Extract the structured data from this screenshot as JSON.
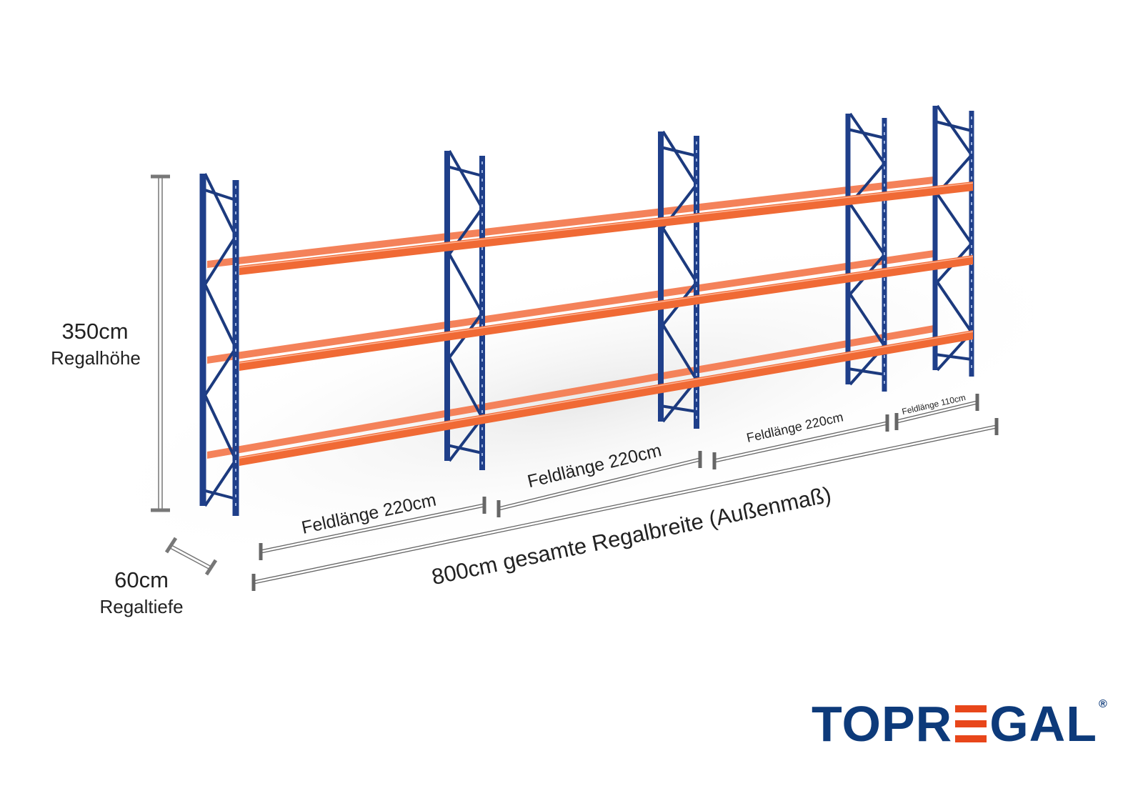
{
  "colors": {
    "upright": "#1f3f8a",
    "beam": "#f06a35",
    "dimension": "#666666",
    "logo_blue": "#0d3a7a",
    "logo_orange": "#e8461a"
  },
  "dimensions": {
    "height_value": "350cm",
    "height_label": "Regalhöhe",
    "depth_value": "60cm",
    "depth_label": "Regaltiefe",
    "total_width": "800cm gesamte Regalbreite  (Außenmaß)",
    "bays": [
      "Feldlänge 220cm",
      "Feldlänge 220cm",
      "Feldlänge 220cm",
      "Feldlänge 110cm"
    ]
  },
  "logo": {
    "text_before": "TOPR",
    "text_after": "GAL",
    "registered": "®"
  },
  "shelf": {
    "frames": 5,
    "beam_levels": 3
  }
}
